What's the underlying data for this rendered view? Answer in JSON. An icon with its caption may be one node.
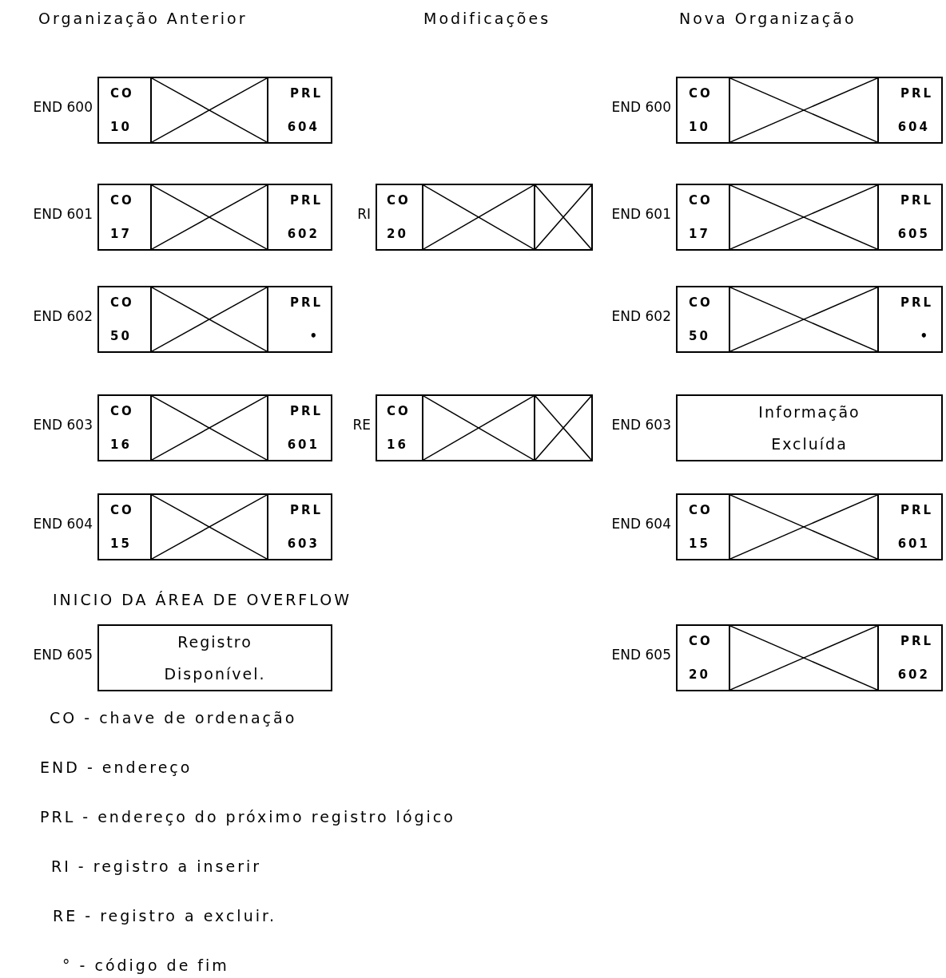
{
  "diagram": {
    "nodes": [
      {
        "text": [
          "CO",
          "10",
          "PRL",
          "604"
        ],
        "beside": [
          "END 600"
        ]
      },
      {
        "text": [
          "CO",
          "17",
          "PRL",
          "602"
        ],
        "beside": [
          "END 601"
        ]
      },
      {
        "text": [
          "CO",
          "50",
          "PRL",
          "•"
        ],
        "beside": [
          "END 602"
        ]
      },
      {
        "text": [
          "CO",
          "16",
          "PRL",
          "601"
        ],
        "beside": [
          "END 603"
        ]
      },
      {
        "text": [
          "CO",
          "15",
          "PRL",
          "603"
        ],
        "beside": [
          "END 604"
        ]
      },
      {
        "text": [
          "Registro Disponível."
        ],
        "beside": [
          "END 605"
        ]
      },
      {
        "text": [
          "CO",
          "20"
        ],
        "beside": [
          "RI"
        ]
      },
      {
        "text": [
          "CO",
          "16"
        ],
        "beside": [
          "RE"
        ]
      },
      {
        "text": [
          "CO",
          "10",
          "PRL",
          "604"
        ],
        "beside": [
          "END 600"
        ]
      },
      {
        "text": [
          "CO",
          "17",
          "PRL",
          "605"
        ],
        "beside": [
          "END 601"
        ]
      },
      {
        "text": [
          "CO",
          "50",
          "PRL",
          "•"
        ],
        "beside": [
          "END 602"
        ]
      },
      {
        "text": [
          "Informação Excluída"
        ],
        "beside": [
          "END 603"
        ]
      },
      {
        "text": [
          "CO",
          "15",
          "PRL",
          "601"
        ],
        "beside": [
          "END 604"
        ]
      },
      {
        "text": [
          "CO",
          "20",
          "PRL",
          "602"
        ],
        "beside": [
          "END 605"
        ]
      }
    ],
    "edges": [],
    "labels": [
      "Organização Anterior",
      "Modificações",
      "Nova Organização",
      "INICIO DA ÁREA DE OVERFLOW",
      "CO - chave de ordenação",
      "END - endereço",
      "PRL - endereço do próximo registro lógico",
      "RI - registro a inserir",
      "RE - registro a excluir.",
      "° - código de fim"
    ]
  }
}
